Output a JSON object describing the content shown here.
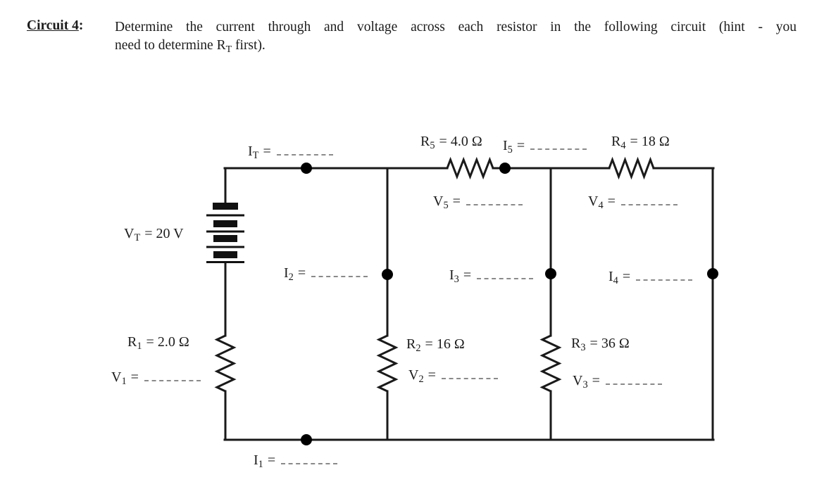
{
  "problem": {
    "tag": "Circuit 4",
    "tag_colon": ":",
    "line1": "Determine the current through and voltage across each resistor in the following circuit (hint - you",
    "line2_pre": "need to determine R",
    "line2_sub": "T",
    "line2_post": " first)."
  },
  "circuit": {
    "labels": {
      "it": {
        "base": "I",
        "sub": "T",
        "rest": "="
      },
      "r5": {
        "base": "R",
        "sub": "5",
        "rest": "= 4.0 Ω"
      },
      "i5": {
        "base": "I",
        "sub": "5",
        "rest": "="
      },
      "r4": {
        "base": "R",
        "sub": "4",
        "rest": "= 18 Ω"
      },
      "v5": {
        "base": "V",
        "sub": "5",
        "rest": "="
      },
      "v4": {
        "base": "V",
        "sub": "4",
        "rest": "="
      },
      "vt": {
        "base": "V",
        "sub": "T",
        "rest": "= 20 V"
      },
      "i2": {
        "base": "I",
        "sub": "2",
        "rest": "="
      },
      "i3": {
        "base": "I",
        "sub": "3",
        "rest": "="
      },
      "i4": {
        "base": "I",
        "sub": "4",
        "rest": "="
      },
      "r1": {
        "base": "R",
        "sub": "1",
        "rest": "= 2.0 Ω"
      },
      "v1": {
        "base": "V",
        "sub": "1",
        "rest": "="
      },
      "r2": {
        "base": "R",
        "sub": "2",
        "rest": "= 16 Ω"
      },
      "v2": {
        "base": "V",
        "sub": "2",
        "rest": "="
      },
      "r3": {
        "base": "R",
        "sub": "3",
        "rest": "= 36 Ω"
      },
      "v3": {
        "base": "V",
        "sub": "3",
        "rest": "="
      },
      "i1": {
        "base": "I",
        "sub": "1",
        "rest": "="
      }
    }
  },
  "colors": {
    "ink": "#1a1a1a",
    "blank_dash": "#8a8a8a",
    "background": "#ffffff"
  }
}
